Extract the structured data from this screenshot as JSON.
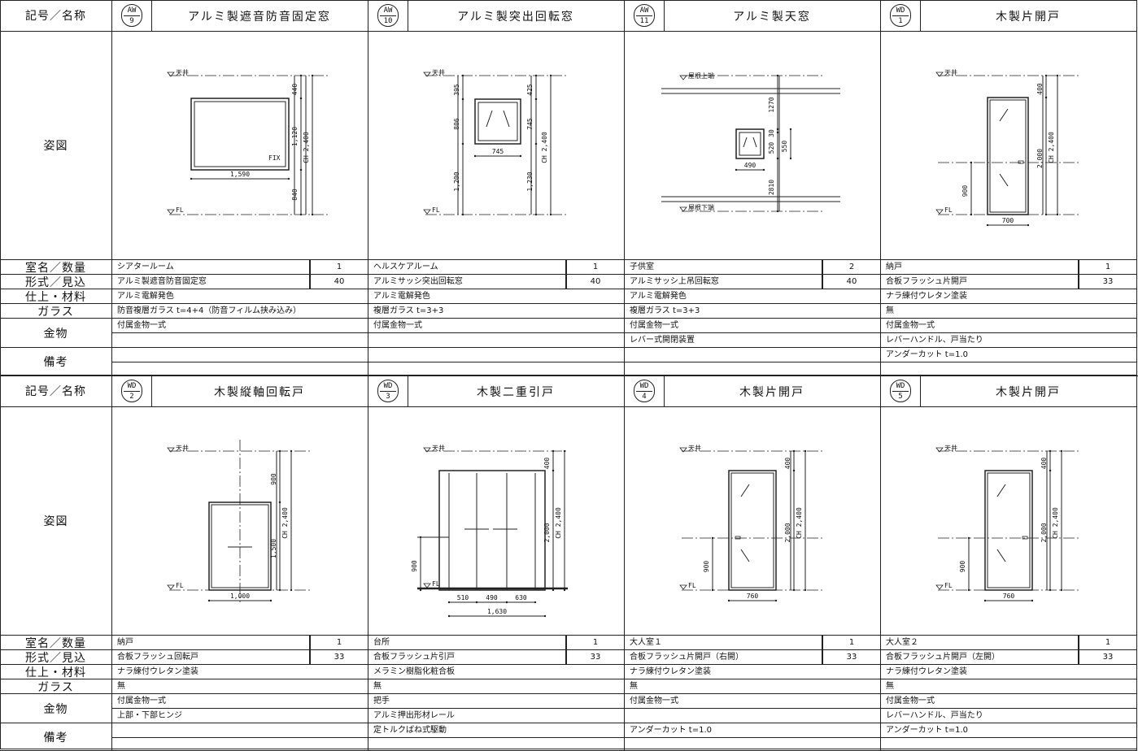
{
  "labels": {
    "name": "記号／名称",
    "view": "姿図",
    "room_qty": "室名／数量",
    "type_depth": "形式／見込",
    "finish": "仕上・材料",
    "glass": "ガラス",
    "hardware": "金物",
    "notes": "備考"
  },
  "fittings": [
    {
      "sym_a": "AW",
      "sym_b": "9",
      "title": "アルミ製遮音防音固定窓",
      "room": "シアタールーム",
      "qty": "1",
      "type": "アルミ製遮音防音固定窓",
      "depth": "40",
      "finish": "アルミ電解発色",
      "glass": "防音複層ガラス t=4+4（防音フィルム挟み込み）",
      "hw1": "付属金物一式",
      "hw2": "",
      "note1": "",
      "note2": "",
      "dims": {
        "ceiling": "天井",
        "fl": "FL",
        "d440": "440",
        "d1120": "1,120",
        "d840": "840",
        "ch": "CH 2,400",
        "w": "1,590",
        "fix": "FIX"
      }
    },
    {
      "sym_a": "AW",
      "sym_b": "10",
      "title": "アルミ製突出回転窓",
      "room": "ヘルスケアルーム",
      "qty": "1",
      "type": "アルミサッシ突出回転窓",
      "depth": "40",
      "finish": "アルミ電解発色",
      "glass": "複層ガラス t=3+3",
      "hw1": "付属金物一式",
      "hw2": "",
      "note1": "",
      "note2": "",
      "dims": {
        "ceiling": "天井",
        "fl": "FL",
        "d395": "395",
        "d806": "806",
        "d1200": "1,200",
        "d425": "425",
        "d745v": "745",
        "d1230": "1,230",
        "ch": "CH 2,400",
        "w": "745"
      }
    },
    {
      "sym_a": "AW",
      "sym_b": "11",
      "title": "アルミ製天窓",
      "room": "子供室",
      "qty": "2",
      "type": "アルミサッシ上吊回転窓",
      "depth": "40",
      "finish": "アルミ電解発色",
      "glass": "複層ガラス t=3+3",
      "hw1": "付属金物一式",
      "hw2": "レバー式開閉装置",
      "note1": "",
      "note2": "",
      "dims": {
        "top": "屋根上端",
        "bottom": "屋根下端",
        "d1270": "1270",
        "d30": "30",
        "d520": "520",
        "d550": "550",
        "d2810": "2810",
        "w": "490"
      }
    },
    {
      "sym_a": "WD",
      "sym_b": "1",
      "title": "木製片開戸",
      "room": "納戸",
      "qty": "1",
      "type": "合板フラッシュ片開戸",
      "depth": "33",
      "finish": "ナラ練付ウレタン塗装",
      "glass": "無",
      "hw1": "付属金物一式",
      "hw2": "レバーハンドル、戸当たり",
      "note1": "アンダーカット t=1.0",
      "note2": "",
      "dims": {
        "ceiling": "天井",
        "fl": "FL",
        "d400": "400",
        "d2000": "2,000",
        "ch": "CH 2,400",
        "d900": "900",
        "w": "700"
      }
    },
    {
      "sym_a": "WD",
      "sym_b": "2",
      "title": "木製縦軸回転戸",
      "room": "納戸",
      "qty": "1",
      "type": "合板フラッシュ回転戸",
      "depth": "33",
      "finish": "ナラ練付ウレタン塗装",
      "glass": "無",
      "hw1": "付属金物一式",
      "hw2": "上部・下部ヒンジ",
      "note1": "",
      "note2": "",
      "dims": {
        "ceiling": "天井",
        "fl": "FL",
        "d900": "900",
        "d1500": "1,500",
        "ch": "CH 2,400",
        "w": "1,000"
      }
    },
    {
      "sym_a": "WD",
      "sym_b": "3",
      "title": "木製二重引戸",
      "room": "台所",
      "qty": "1",
      "type": "合板フラッシュ片引戸",
      "depth": "33",
      "finish": "メラミン樹脂化粧合板",
      "glass": "無",
      "hw1": "把手",
      "hw2": "アルミ押出形材レール",
      "note1": "定トルクばね式駆動",
      "note2": "",
      "dims": {
        "ceiling": "天井",
        "fl": "FL",
        "d400": "400",
        "d2000": "2,000",
        "ch": "CH 2,400",
        "d900": "900",
        "w510": "510",
        "w490": "490",
        "w630": "630",
        "w": "1,630"
      }
    },
    {
      "sym_a": "WD",
      "sym_b": "4",
      "title": "木製片開戸",
      "room": "大人室１",
      "qty": "1",
      "type": "合板フラッシュ片開戸（右開）",
      "depth": "33",
      "finish": "ナラ練付ウレタン塗装",
      "glass": "無",
      "hw1": "付属金物一式",
      "hw2": "",
      "note1": "アンダーカット t=1.0",
      "note2": "",
      "dims": {
        "ceiling": "天井",
        "fl": "FL",
        "d400": "400",
        "d2000": "2,000",
        "ch": "CH 2,400",
        "d900": "900",
        "w": "760"
      }
    },
    {
      "sym_a": "WD",
      "sym_b": "5",
      "title": "木製片開戸",
      "room": "大人室２",
      "qty": "1",
      "type": "合板フラッシュ片開戸（左開）",
      "depth": "33",
      "finish": "ナラ練付ウレタン塗装",
      "glass": "無",
      "hw1": "付属金物一式",
      "hw2": "レバーハンドル、戸当たり",
      "note1": "アンダーカット t=1.0",
      "note2": "",
      "dims": {
        "ceiling": "天井",
        "fl": "FL",
        "d400": "400",
        "d2000": "2,000",
        "ch": "CH 2,400",
        "d900": "900",
        "w": "760"
      }
    }
  ]
}
